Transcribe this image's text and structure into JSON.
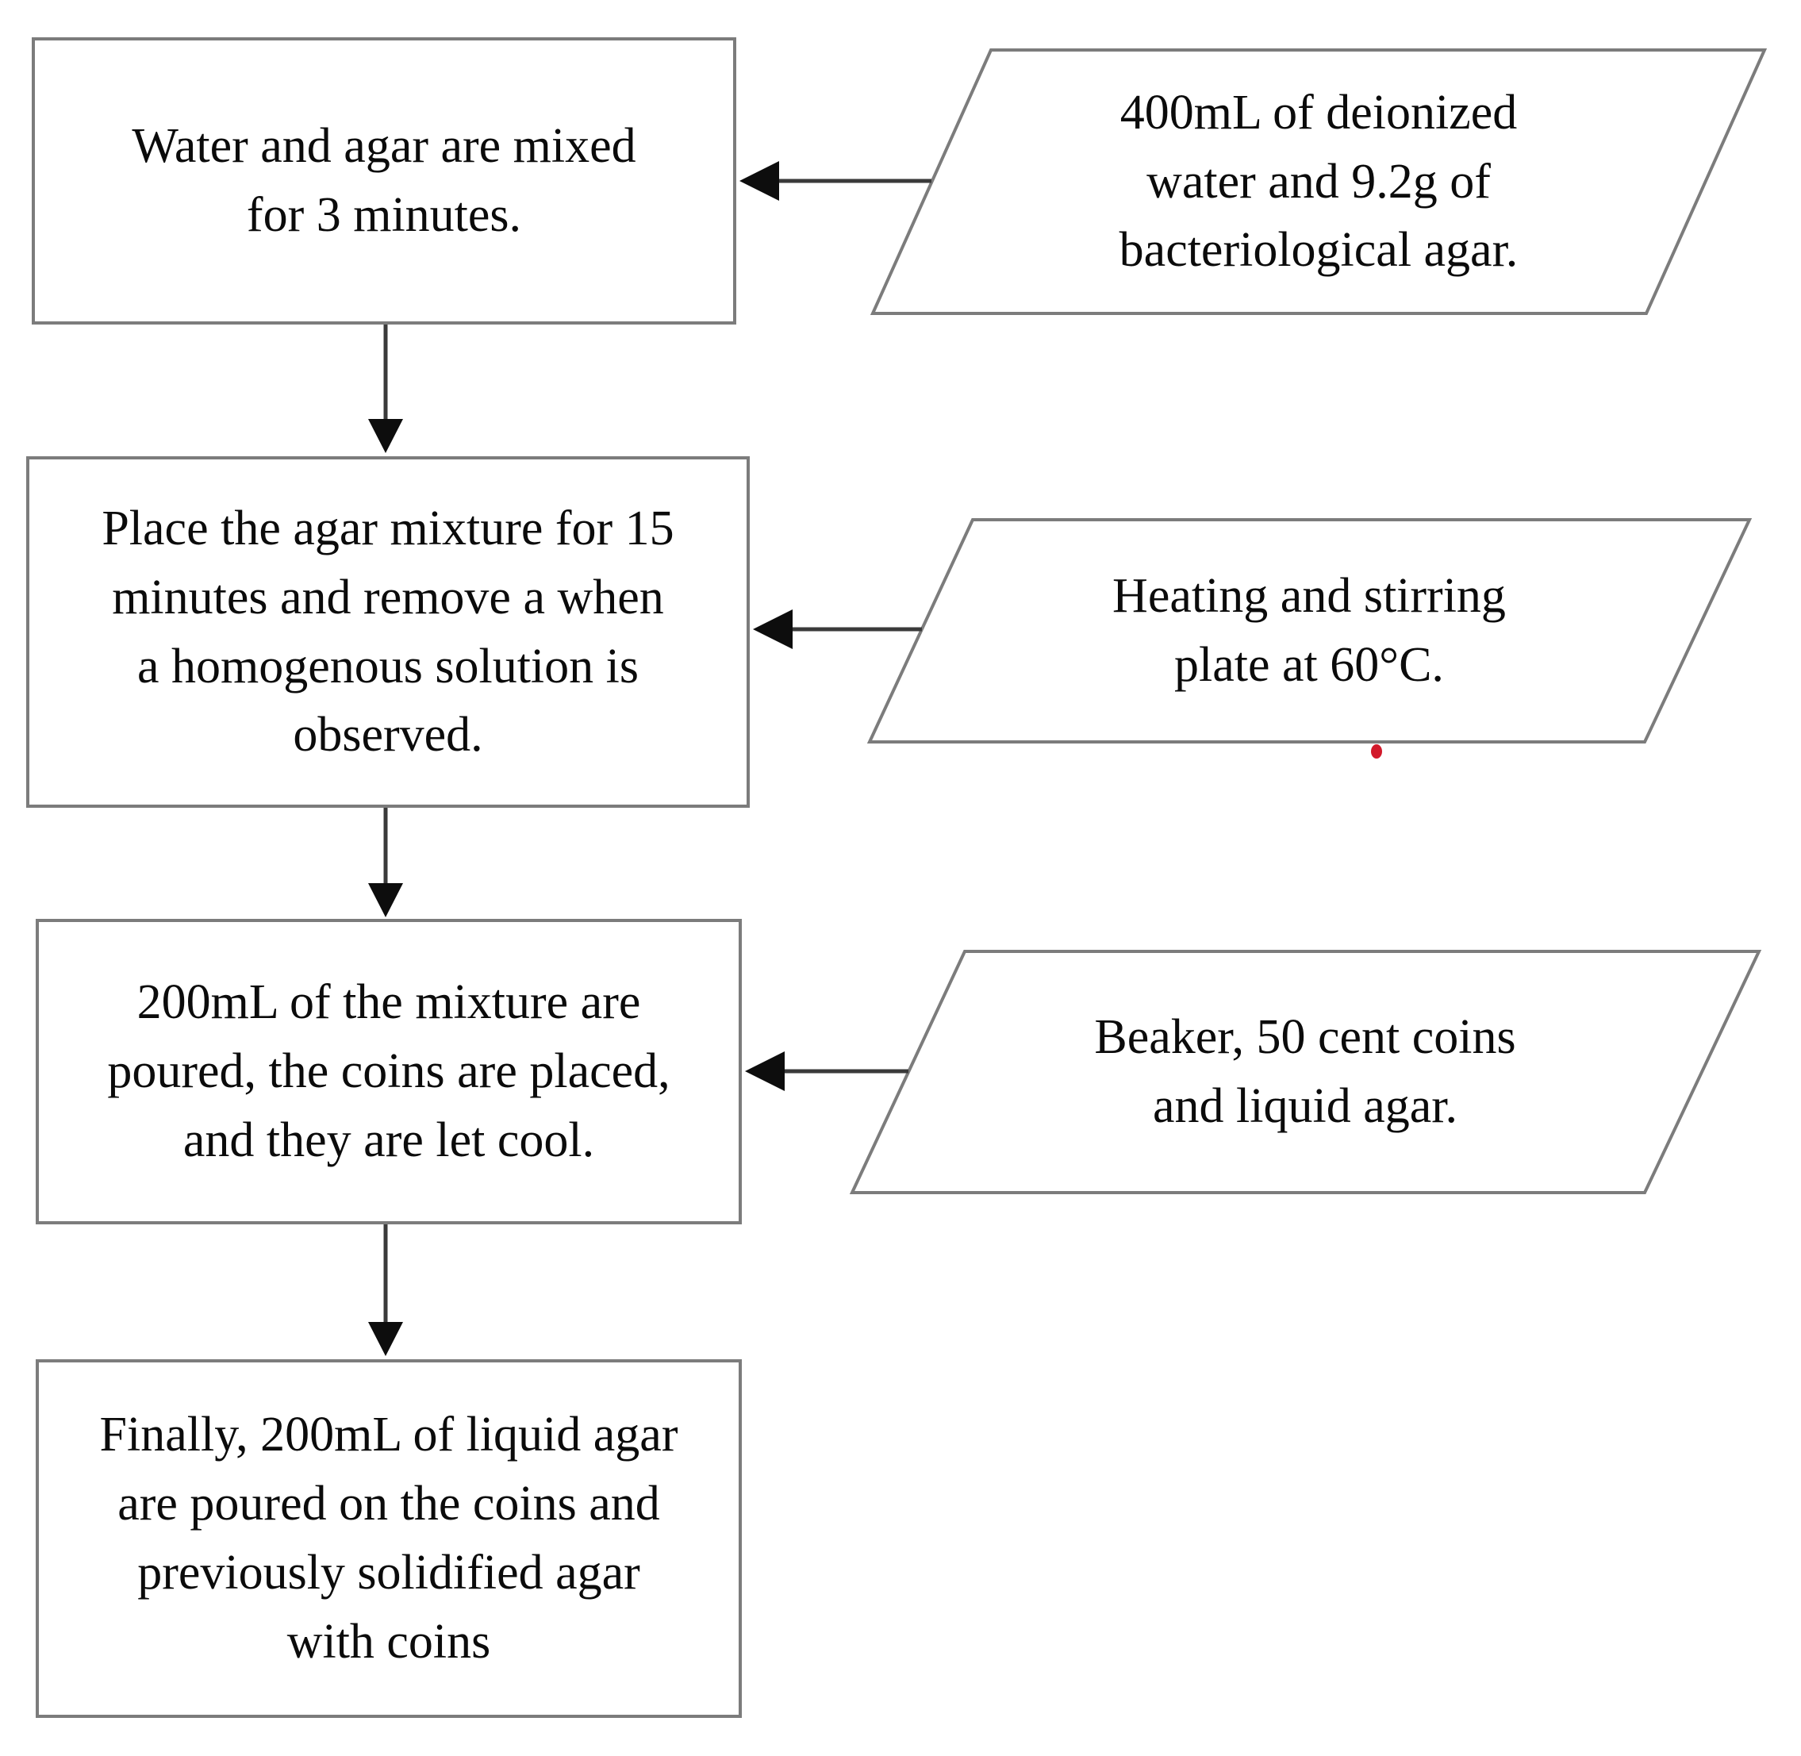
{
  "diagram": {
    "type": "flowchart",
    "colors": {
      "background": "#ffffff",
      "shape_border": "#7c7c7c",
      "arrow_line": "#3a3a3a",
      "arrowhead": "#0d0d0d",
      "text": "#0b0b0b",
      "red_dot": "#d2192b"
    },
    "process_steps": [
      {
        "id": "step-1",
        "shape": "rectangle",
        "lines": [
          "Water and agar are mixed",
          "for 3 minutes."
        ]
      },
      {
        "id": "step-2",
        "shape": "rectangle",
        "lines": [
          "Place the agar mixture for 15",
          "minutes and remove a when",
          "a homogenous solution is",
          "observed."
        ]
      },
      {
        "id": "step-3",
        "shape": "rectangle",
        "lines": [
          "200mL of the mixture are",
          "poured, the coins are placed,",
          "and they are let cool."
        ]
      },
      {
        "id": "step-4",
        "shape": "rectangle",
        "lines": [
          "Finally, 200mL of liquid agar",
          "are poured on the coins and",
          "previously solidified agar",
          "with coins"
        ]
      }
    ],
    "inputs": [
      {
        "id": "input-1",
        "shape": "parallelogram",
        "lines": [
          "400mL of deionized",
          "water and 9.2g of",
          "bacteriological agar."
        ]
      },
      {
        "id": "input-2",
        "shape": "parallelogram",
        "lines": [
          "Heating and stirring",
          "plate at 60°C."
        ]
      },
      {
        "id": "input-3",
        "shape": "parallelogram",
        "lines": [
          "Beaker, 50 cent coins",
          "and liquid agar."
        ]
      }
    ],
    "connections": [
      {
        "from": "step-1",
        "to": "step-2",
        "style": "vertical-arrow"
      },
      {
        "from": "step-2",
        "to": "step-3",
        "style": "vertical-arrow"
      },
      {
        "from": "step-3",
        "to": "step-4",
        "style": "vertical-arrow"
      },
      {
        "from": "input-1",
        "to": "step-1",
        "style": "horizontal-arrow"
      },
      {
        "from": "input-2",
        "to": "step-2",
        "style": "horizontal-arrow"
      },
      {
        "from": "input-3",
        "to": "step-3",
        "style": "horizontal-arrow"
      }
    ],
    "annotations": [
      {
        "id": "red-dot",
        "description": "small red dot below input-2"
      }
    ]
  }
}
